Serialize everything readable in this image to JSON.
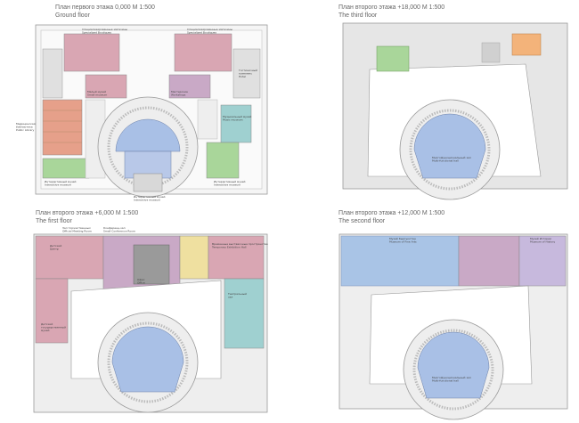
{
  "panels": [
    {
      "id": "ground",
      "title_line1": "План первого этажа  0,000      М 1:500",
      "title_line2": "Ground floor",
      "labels": [
        "Специализированные магазины\nSpecialized Boutiques",
        "Специализированные магазины\nSpecialized Boutiques",
        "Малый музей\nSmall museum",
        "Мастерские\nWorkshops",
        "Медицинская\nбиблиотека\nPublic Library",
        "Интерактивный музей\nInteractive museum",
        "Музыкальный музей\nMusic museum",
        "Гостиничный\nкомплекс\nHotel",
        "Интерактивный музей\nInteractive museum",
        "Интерактивный музей\nInteractive museum"
      ]
    },
    {
      "id": "third",
      "title_line1": "План второго этажа +18,000    М 1:500",
      "title_line2": "The third floor",
      "labels": [
        "Многофункциональный зал\nMulti-functional hall"
      ]
    },
    {
      "id": "first",
      "title_line1": "План второго этажа +6,000    М 1:500",
      "title_line2": "The first floor",
      "labels": [
        "Зал торжественных\nOfficial Meeting Room",
        "Конференц-зал\nSmall Conference Room",
        "Детский\nЦентр",
        "Временные выставочные пространства\nTemporary Exhibition Hall",
        "Детский\nгосударственный\nмузей",
        "Офис\nOffice",
        "Театральный\nзал"
      ]
    },
    {
      "id": "second",
      "title_line1": "План второго этажа +12,000    М 1:500",
      "title_line2": "The second floor",
      "labels": [
        "Музей Кыргызстан\nMuseum of Fine Arts",
        "Музей Истории\nMuseum of History",
        "Многофункциональный зал\nMulti-functional hall"
      ]
    }
  ],
  "colors": {
    "pink": "#d9a6b3",
    "mauve": "#c9a9c6",
    "green": "#a9d69a",
    "teal": "#9fd0d0",
    "salmon": "#e6a08a",
    "orange": "#f3b37a",
    "yellow": "#efe0a0",
    "lavender": "#c7b9dd",
    "blue": "#a9c4e6",
    "gray": "#c9c9c9",
    "auditorium": "#a9c0e6"
  }
}
